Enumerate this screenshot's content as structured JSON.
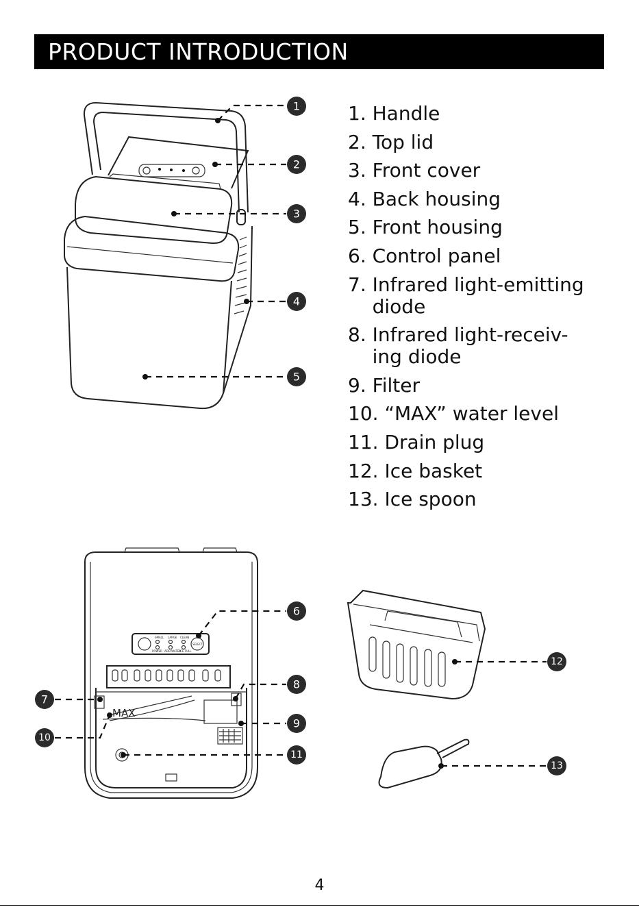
{
  "header": {
    "title": "PRODUCT INTRODUCTION"
  },
  "parts": [
    {
      "num": "1. ",
      "label": "Handle"
    },
    {
      "num": "2. ",
      "label": "Top lid"
    },
    {
      "num": "3. ",
      "label": "Front cover"
    },
    {
      "num": "4. ",
      "label": "Back housing"
    },
    {
      "num": "5. ",
      "label": "Front housing"
    },
    {
      "num": "6. ",
      "label": "Control panel"
    },
    {
      "num": "7. ",
      "label": "Infrared light-emitting\ndiode"
    },
    {
      "num": "8. ",
      "label": "Infrared light-receiv-\ning diode"
    },
    {
      "num": "9. ",
      "label": "Filter"
    },
    {
      "num": "10. ",
      "label": "“MAX” water level"
    },
    {
      "num": "11. ",
      "label": "Drain plug"
    },
    {
      "num": "12. ",
      "label": "Ice basket"
    },
    {
      "num": "13. ",
      "label": "Ice spoon"
    }
  ],
  "callouts": [
    "1",
    "2",
    "3",
    "4",
    "5",
    "6",
    "7",
    "8",
    "9",
    "10",
    "11",
    "12",
    "13"
  ],
  "panel_labels": {
    "small": "SMALL",
    "large": "LARGE",
    "clean": "CLEAN",
    "power": "POWER",
    "add_water": "ADD WATER",
    "ice_full": "ICE FULL",
    "select": "SELECT"
  },
  "max_label": "MAX",
  "page_number": "4"
}
